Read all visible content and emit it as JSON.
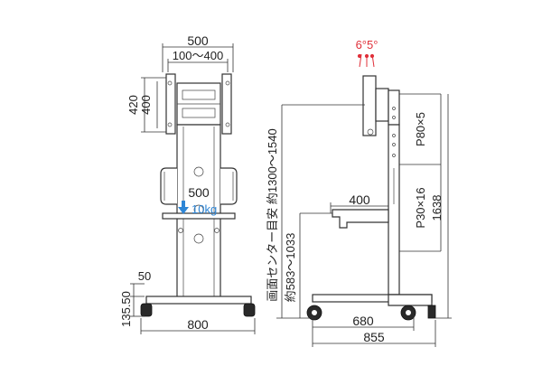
{
  "labels": {
    "front_total_width": "500",
    "front_vesa_width": "100～400",
    "front_bracket_h_outer": "420",
    "front_bracket_h_inner": "400",
    "front_handle_width": "500",
    "load_limit": "10kg",
    "caster_height": "50",
    "base_height": "135.50",
    "base_width": "800",
    "tilt": "6°5°",
    "pitch_upper": "P80×5",
    "center_height": "画面センター目安 約1300～1540",
    "shelf_height": "約583～1033",
    "shelf_width": "400",
    "pitch_lower": "P30×16",
    "column_height": "1638",
    "side_base_inner": "680",
    "side_base_outer": "855"
  },
  "colors": {
    "tilt_arrow": "#e0303a",
    "load_arrow": "#2e86d6",
    "load_text": "#2e86d6"
  }
}
